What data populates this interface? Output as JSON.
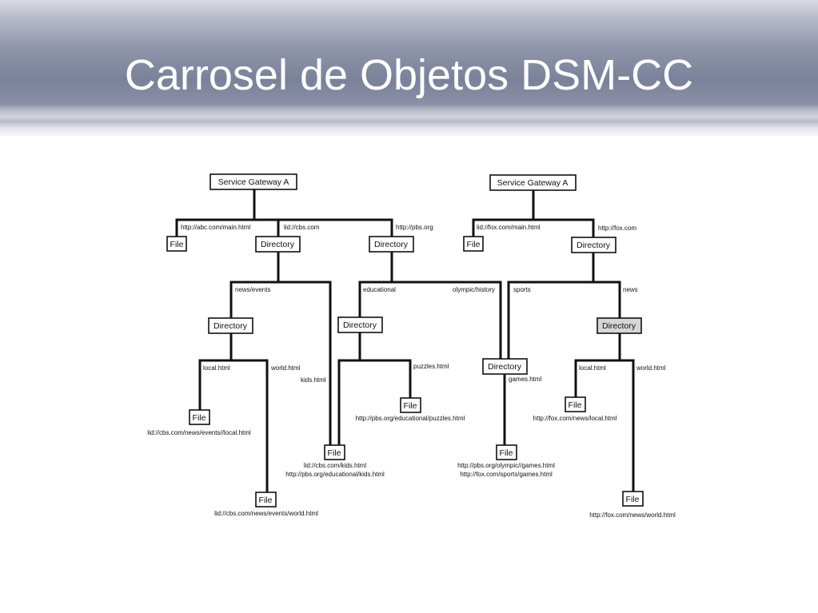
{
  "title": "Carrosel de Objetos DSM-CC",
  "nodes": {
    "sgA1": "Service Gateway A",
    "sgA2": "Service Gateway A",
    "file_abc": "File",
    "dir_cbs": "Directory",
    "dir_pbs": "Directory",
    "file_fox_main": "File",
    "dir_fox": "Directory",
    "dir_news_events": "Directory",
    "dir_educational": "Directory",
    "dir_olympic": "Directory",
    "dir_news_fox": "Directory",
    "file_local_cbs": "File",
    "file_kids": "File",
    "file_puzzles": "File",
    "file_games": "File",
    "file_local_fox": "File",
    "file_world_cbs": "File",
    "file_world_fox": "File"
  },
  "edge_labels": {
    "abc_main": "http://abc.com/main.html",
    "lid_cbs": "lid://cbs.com",
    "http_pbs": "http://pbs.org",
    "lid_fox_main": "lid://fox.com/main.html",
    "http_fox": "http://fox.com",
    "news_events": "news/events",
    "educational": "educational",
    "olympic_history": "olympic/history",
    "sports": "sports",
    "news": "news",
    "local_cbs": "local.html",
    "world_cbs": "world.html",
    "kids": "kids.html",
    "puzzles": "puzzles.html",
    "games": "games.html",
    "local_fox": "local.html",
    "world_fox": "world.html"
  },
  "urls": {
    "local_cbs": "lid://cbs.com/news/events//local.html",
    "kids_1": "lid://cbs.com/kids.html",
    "kids_2": "http://pbs.org/educational/kids.html",
    "puzzles": "http://pbs.org/educational/puzzles.html",
    "games_1": "http://pbs.org/olympic//games.html",
    "games_2": "http://fox.com/sports/games.html",
    "local_fox": "http://fox.com/news/local.html",
    "world_cbs": "lid://cbs.com/news/events/world.html",
    "world_fox": "http://fox.com/news/world.html"
  }
}
